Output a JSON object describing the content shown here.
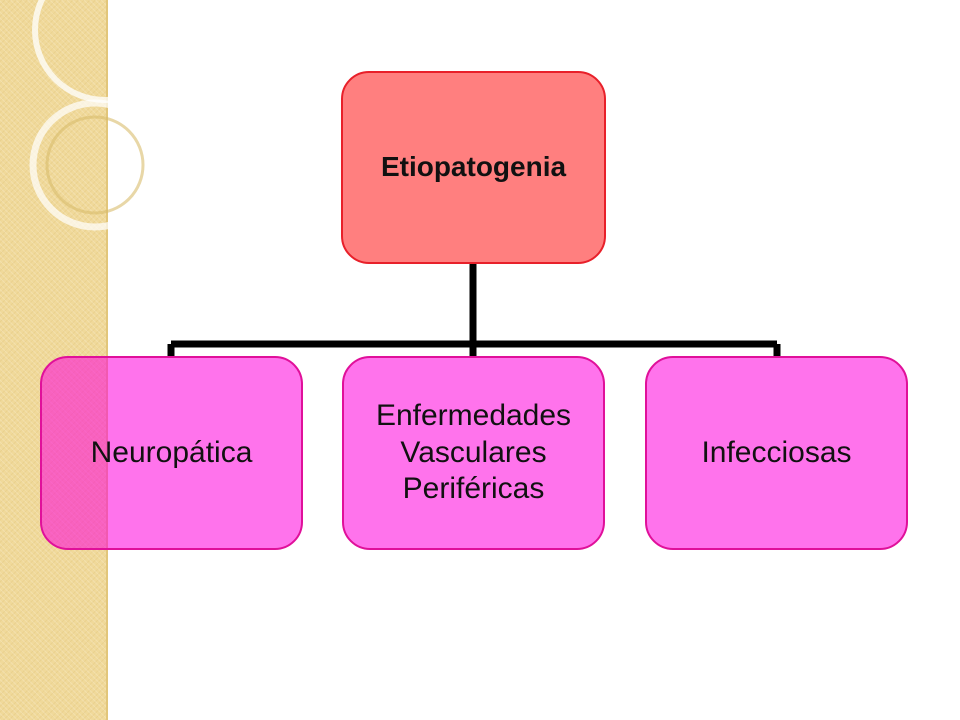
{
  "diagram": {
    "root": {
      "label": "Etiopatogenia"
    },
    "children": [
      {
        "label": "Neuropática"
      },
      {
        "label": "Enfermedades\nVasculares\nPeriféricas"
      },
      {
        "label": "Infecciosas"
      }
    ]
  },
  "colors": {
    "root_fill": "#ff7f7f",
    "root_border": "#e8202a",
    "child_fill": "#ff5ae0",
    "child_border": "#e0109a",
    "connector": "#000000",
    "side_band": "#f0d99a"
  }
}
